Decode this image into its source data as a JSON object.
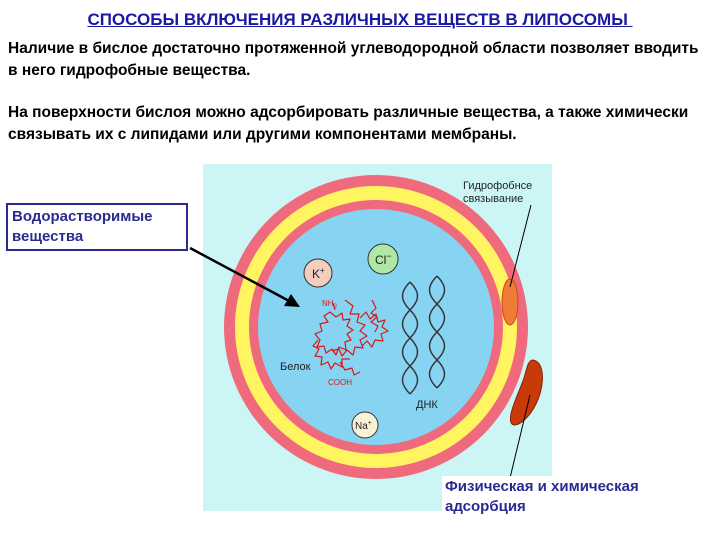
{
  "title": "СПОСОБЫ ВКЛЮЧЕНИЯ РАЗЛИЧНЫХ ВЕЩЕСТВ В ЛИПОСОМЫ ",
  "paragraph1": "Наличие в бислое достаточно протяженной углеводородной области позволяет вводить в него гидрофобные вещества.",
  "paragraph2": "На поверхности бислоя можно адсорбировать различные вещества, а также химически связывать их с липидами или другими компонентами мембраны.",
  "callouts": {
    "water_soluble": "Водорастворимые вещества",
    "adsorption": "Физическая и химическая адсорбция"
  },
  "diagram": {
    "hydrophobic_label_line1": "Гидрофобнсе",
    "hydrophobic_label_line2": "связывание",
    "ion_k": "K",
    "ion_k_charge": "+",
    "ion_cl": "Cl",
    "ion_cl_charge": "−",
    "ion_na": "Na",
    "ion_na_charge": "+",
    "nh2": "NH",
    "nh2_sub": "2",
    "cooh": "COOH",
    "protein_label": "Белок",
    "dna_label": "ДНК",
    "colors": {
      "panel_bg": "#ccf6f6",
      "outer_layer": "#f06a7e",
      "bilayer_core": "#fff560",
      "inner_layer": "#f06a7e",
      "lumen": "#86d4f2",
      "protein": "#d81818",
      "ion_k_fill": "#f4cdbf",
      "ion_cl_fill": "#aee8a4",
      "ion_na_fill": "#f7f1d8",
      "orange_particle": "#f07a38",
      "red_particle": "#c83a0a"
    }
  }
}
